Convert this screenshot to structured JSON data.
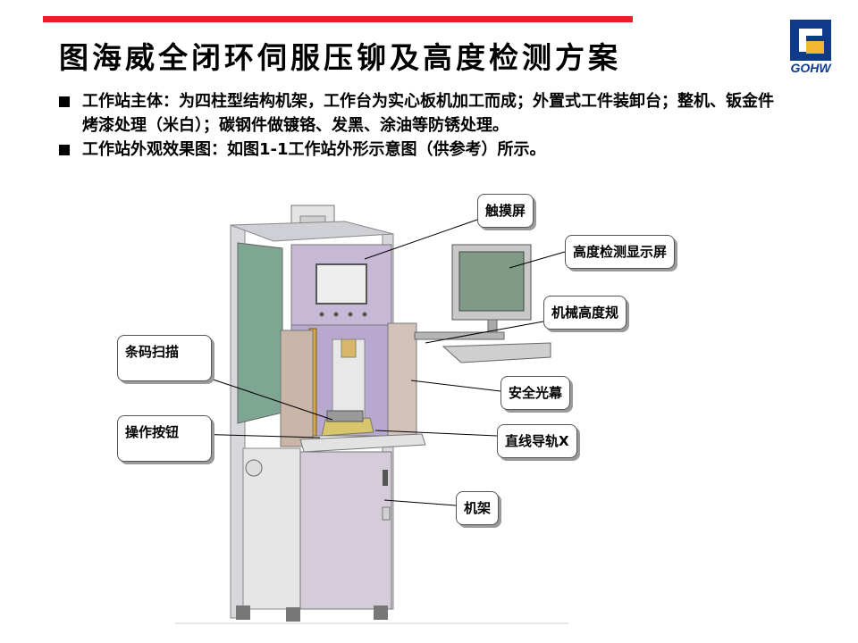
{
  "header": {
    "title": "图海威全闭环伺服压铆及高度检测方案",
    "logo_text": "GOHW",
    "accent_color": "#e8202a",
    "logo_color": "#0f3a8a",
    "logo_gold": "#f2b632"
  },
  "bullets": [
    "工作站主体：为四柱型结构机架，工作台为实心板机加工而成；外置式工件装卸台；整机、钣金件烤漆处理（米白）；碳钢件做镀铬、发黑、涂油等防锈处理。",
    "工作站外观效果图：如图1-1工作站外形示意图（供参考）所示。"
  ],
  "callouts": {
    "touch_screen": "触摸屏",
    "height_display": "高度检测显示屏",
    "height_gauge": "机械高度规",
    "barcode_scan": "条码扫描",
    "light_curtain": "安全光幕",
    "operate_button": "操作按钮",
    "linear_guide": "直线导轨X",
    "frame": "机架"
  }
}
